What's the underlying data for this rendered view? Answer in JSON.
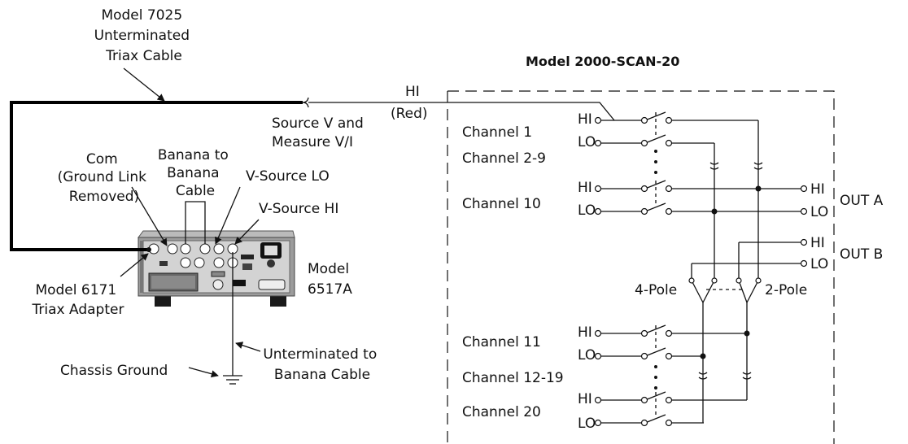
{
  "cable_label": [
    "Model 7025",
    "Unterminated",
    "Triax Cable"
  ],
  "scanner_title": "Model 2000-SCAN-20",
  "hi_label": "HI",
  "red_label": "(Red)",
  "source_measure": [
    "Source V and",
    "Measure V/I"
  ],
  "com_label": [
    "Com",
    "(Ground Link",
    "Removed)"
  ],
  "banana_label": [
    "Banana to",
    "Banana",
    "Cable"
  ],
  "vsource_lo": "V-Source LO",
  "vsource_hi": "V-Source HI",
  "model_6517a": [
    "Model",
    "6517A"
  ],
  "triax_adapter": [
    "Model 6171",
    "Triax Adapter"
  ],
  "chassis_ground": "Chassis Ground",
  "unterminated_banana": [
    "Unterminated to",
    "Banana Cable"
  ],
  "channels": {
    "ch1": "Channel 1",
    "ch2_9": "Channel 2-9",
    "ch10": "Channel 10",
    "ch11": "Channel 11",
    "ch12_19": "Channel 12-19",
    "ch20": "Channel 20"
  },
  "pins": {
    "hi": "HI",
    "lo": "LO"
  },
  "out_a": "OUT A",
  "out_b": "OUT B",
  "pole4": "4-Pole",
  "pole2": "2-Pole"
}
